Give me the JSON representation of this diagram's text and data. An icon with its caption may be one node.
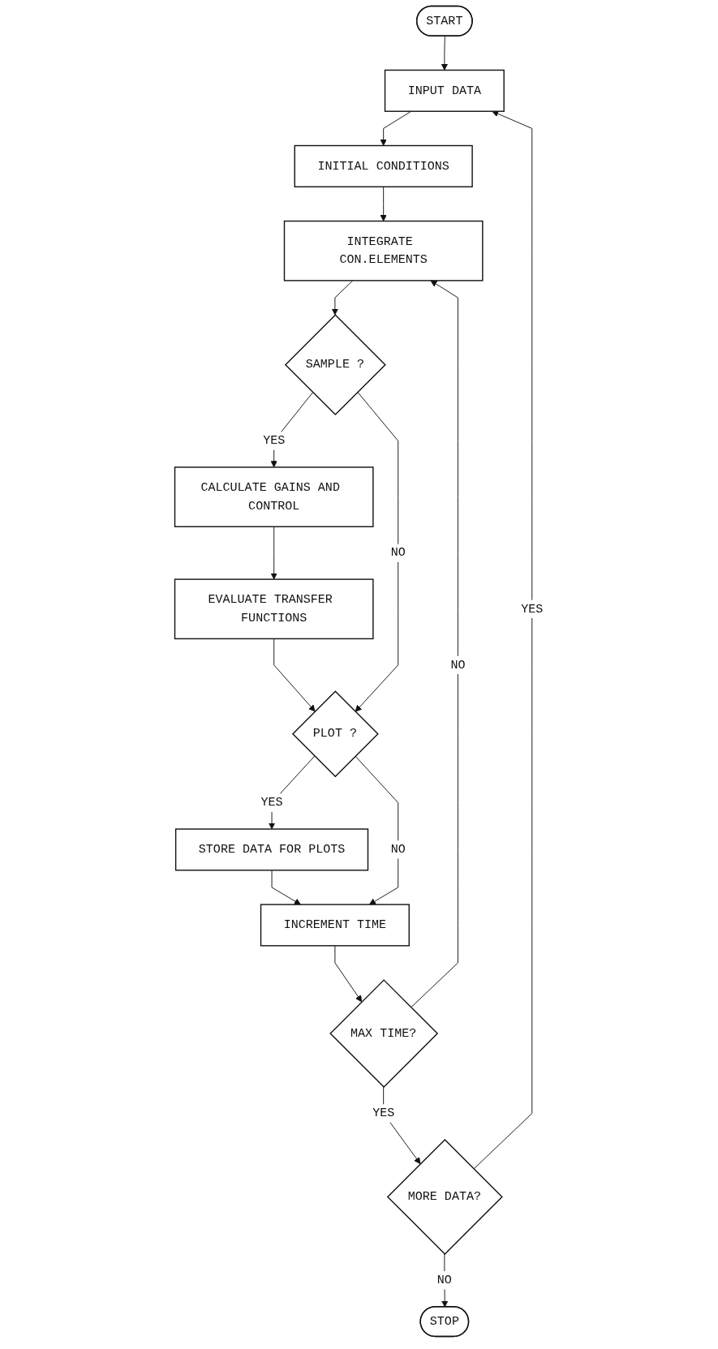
{
  "diagram": {
    "nodes": [
      {
        "text": [
          "START"
        ]
      },
      {
        "text": [
          "INPUT DATA"
        ]
      },
      {
        "text": [
          "INITIAL CONDITIONS"
        ]
      },
      {
        "text": [
          "INTEGRATE CON.ELEMENTS"
        ]
      },
      {
        "text": [
          "SAMPLE ?"
        ]
      },
      {
        "text": [
          "CALCULATE GAINS AND CONTROL"
        ]
      },
      {
        "text": [
          "EVALUATE TRANSFER FUNCTIONS"
        ]
      },
      {
        "text": [
          "PLOT ?"
        ]
      },
      {
        "text": [
          "STORE DATA FOR PLOTS"
        ]
      },
      {
        "text": [
          "INCREMENT TIME"
        ]
      },
      {
        "text": [
          "MAX TIME?"
        ]
      },
      {
        "text": [
          "MORE DATA?"
        ]
      },
      {
        "text": [
          "STOP"
        ]
      }
    ],
    "edges": [
      {
        "from": 0,
        "to": 1,
        "arrow": "to"
      },
      {
        "from": 1,
        "to": 2,
        "arrow": "to"
      },
      {
        "from": 2,
        "to": 3,
        "arrow": "to"
      },
      {
        "from": 3,
        "to": 4,
        "arrow": "to"
      },
      {
        "from": 4,
        "to": 5,
        "arrow": "to",
        "label": "YES"
      },
      {
        "from": 5,
        "to": 6,
        "arrow": "to"
      },
      {
        "from": 6,
        "to": 7,
        "arrow": "to"
      },
      {
        "from": 4,
        "to": 7,
        "arrow": "to",
        "label": "NO"
      },
      {
        "from": 7,
        "to": 8,
        "arrow": "to",
        "label": "YES"
      },
      {
        "from": 8,
        "to": 9,
        "arrow": "to"
      },
      {
        "from": 7,
        "to": 9,
        "arrow": "to",
        "label": "NO"
      },
      {
        "from": 9,
        "to": 10,
        "arrow": "to"
      },
      {
        "from": 10,
        "to": 3,
        "arrow": "to",
        "label": "NO"
      },
      {
        "from": 10,
        "to": 11,
        "arrow": "to",
        "label": "YES"
      },
      {
        "from": 11,
        "to": 1,
        "arrow": "to",
        "label": "YES"
      },
      {
        "from": 11,
        "to": 12,
        "arrow": "to",
        "label": "NO"
      }
    ]
  }
}
